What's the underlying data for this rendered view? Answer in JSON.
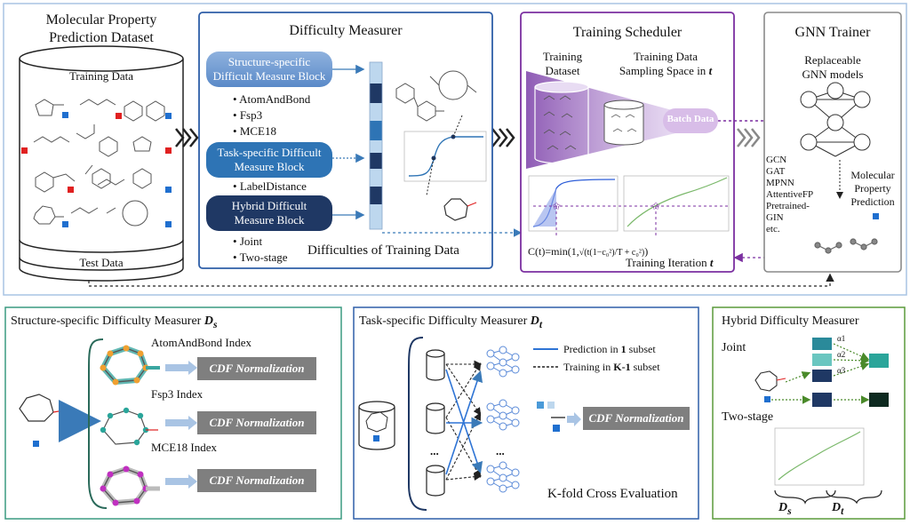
{
  "dataset": {
    "title_line1": "Molecular Property",
    "title_line2": "Prediction Dataset",
    "training_label": "Training Data",
    "test_label": "Test Data"
  },
  "measurer": {
    "title": "Difficulty Measurer",
    "structure_block_line1": "Structure-specific",
    "structure_block_line2": "Difficult Measure Block",
    "structure_items": [
      "AtomAndBond",
      "Fsp3",
      "MCE18"
    ],
    "task_block_line1": "Task-specific Difficult",
    "task_block_line2": "Measure Block",
    "task_items": [
      "LabelDistance"
    ],
    "hybrid_block_line1": "Hybrid Difficult",
    "hybrid_block_line2": "Measure Block",
    "hybrid_items": [
      "Joint",
      "Two-stage"
    ],
    "footer": "Difficulties of Training Data"
  },
  "scheduler": {
    "title": "Training Scheduler",
    "dataset_line1": "Training",
    "dataset_line2": "Dataset",
    "space_line1": "Training Data",
    "space_line2": "Sampling Space in",
    "space_var": "t",
    "batch_label": "Batch Data",
    "formula": "C(t)=min(1,",
    "formula_tail": ")",
    "iteration_label": "Training Iteration",
    "iteration_var": "t"
  },
  "gnn": {
    "title": "GNN Trainer",
    "replaceable_line1": "Replaceable",
    "replaceable_line2": "GNN models",
    "models": [
      "GCN",
      "GAT",
      "MPNN",
      "AttentiveFP",
      "Pretrained-",
      "GIN",
      "etc."
    ],
    "prediction_line1": "Molecular",
    "prediction_line2": "Property",
    "prediction_line3": "Prediction"
  },
  "structure_panel": {
    "title": "Structure-specific Difficulty Measurer",
    "title_var": "D",
    "title_sub": "s",
    "indices": [
      "AtomAndBond Index",
      "Fsp3 Index",
      "MCE18 Index"
    ],
    "cdf_label": "CDF Normalization"
  },
  "task_panel": {
    "title": "Task-specific Difficulty Measurer",
    "title_var": "D",
    "title_sub": "t",
    "legend_pred_pre": "Prediction in ",
    "legend_pred_bold": "1",
    "legend_pred_post": " subset",
    "legend_train_pre": "Training in ",
    "legend_train_bold": "K-1",
    "legend_train_post": " subset",
    "dots": "...",
    "cdf_label": "CDF Normalization",
    "footer": "K-fold Cross Evaluation"
  },
  "hybrid_panel": {
    "title": "Hybrid Difficulty Measurer",
    "joint_label": "Joint",
    "two_stage_label": "Two-stage",
    "ds_label": "D",
    "ds_sub": "s",
    "dt_label": "D",
    "dt_sub": "t",
    "alpha1": "α1",
    "alpha2": "α2",
    "alpha3": "α3"
  },
  "colors": {
    "panel_blue": "#2e5ea8",
    "panel_purple": "#7b2fa0",
    "panel_gray": "#8a8a8a",
    "panel_green_teal": "#3a9a80",
    "panel_green": "#5a9a3a",
    "block_light": "#8fb2de",
    "block_mid": "#2e74b5",
    "block_dark": "#1f3864",
    "cdf_gray": "#7f7f7f",
    "bar_light": "#bdd7ee",
    "teal": "#3aa6a0"
  }
}
